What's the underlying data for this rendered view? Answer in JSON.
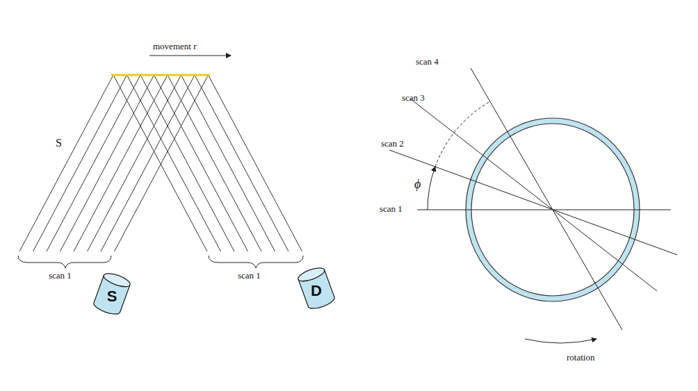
{
  "diagram": {
    "nodes": [
      {
        "text": [
          "S"
        ]
      },
      {
        "text": [
          "D"
        ]
      }
    ],
    "labels": [
      "movement r",
      "S",
      "scan 1",
      "scan 1",
      "scan 4",
      "scan 3",
      "scan 2",
      "scan 1",
      "ϕ",
      "rotation"
    ]
  }
}
